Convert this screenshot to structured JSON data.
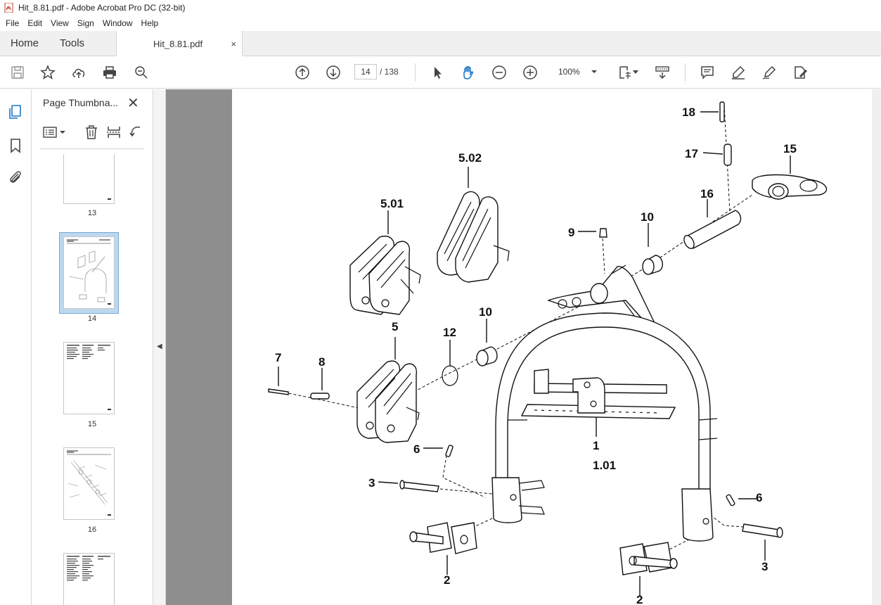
{
  "window": {
    "title": "Hit_8.81.pdf - Adobe Acrobat Pro DC (32-bit)"
  },
  "menu": [
    "File",
    "Edit",
    "View",
    "Sign",
    "Window",
    "Help"
  ],
  "tabs": {
    "home": "Home",
    "tools": "Tools",
    "document": "Hit_8.81.pdf",
    "close": "×"
  },
  "toolbar": {
    "page_current": "14",
    "page_total": "/ 138",
    "zoom": "100%"
  },
  "panel": {
    "title": "Page Thumbna...",
    "close": "✕",
    "thumbnails": [
      {
        "label": "13"
      },
      {
        "label": "14",
        "selected": true
      },
      {
        "label": "15"
      },
      {
        "label": "16"
      }
    ]
  },
  "drawing_labels": {
    "l18": "18",
    "l17": "17",
    "l15": "15",
    "l16": "16",
    "l5_02": "5.02",
    "l5_01": "5.01",
    "l9": "9",
    "l10a": "10",
    "l10b": "10",
    "l12": "12",
    "l5": "5",
    "l7": "7",
    "l8": "8",
    "l6a": "6",
    "l3a": "3",
    "l1": "1",
    "l1_01": "1.01",
    "l6b": "6",
    "l2a": "2",
    "l3b": "3",
    "l2b": "2"
  },
  "icons": {
    "save": "save-icon",
    "bookmark": "star-icon",
    "upload": "cloud-upload-icon",
    "print": "printer-icon",
    "find": "search-zoom-icon",
    "prev": "arrow-up-circle-icon",
    "next": "arrow-down-circle-icon",
    "select": "cursor-icon",
    "hand": "hand-icon",
    "zoom_out": "zoom-out-icon",
    "zoom_in": "zoom-in-icon"
  }
}
